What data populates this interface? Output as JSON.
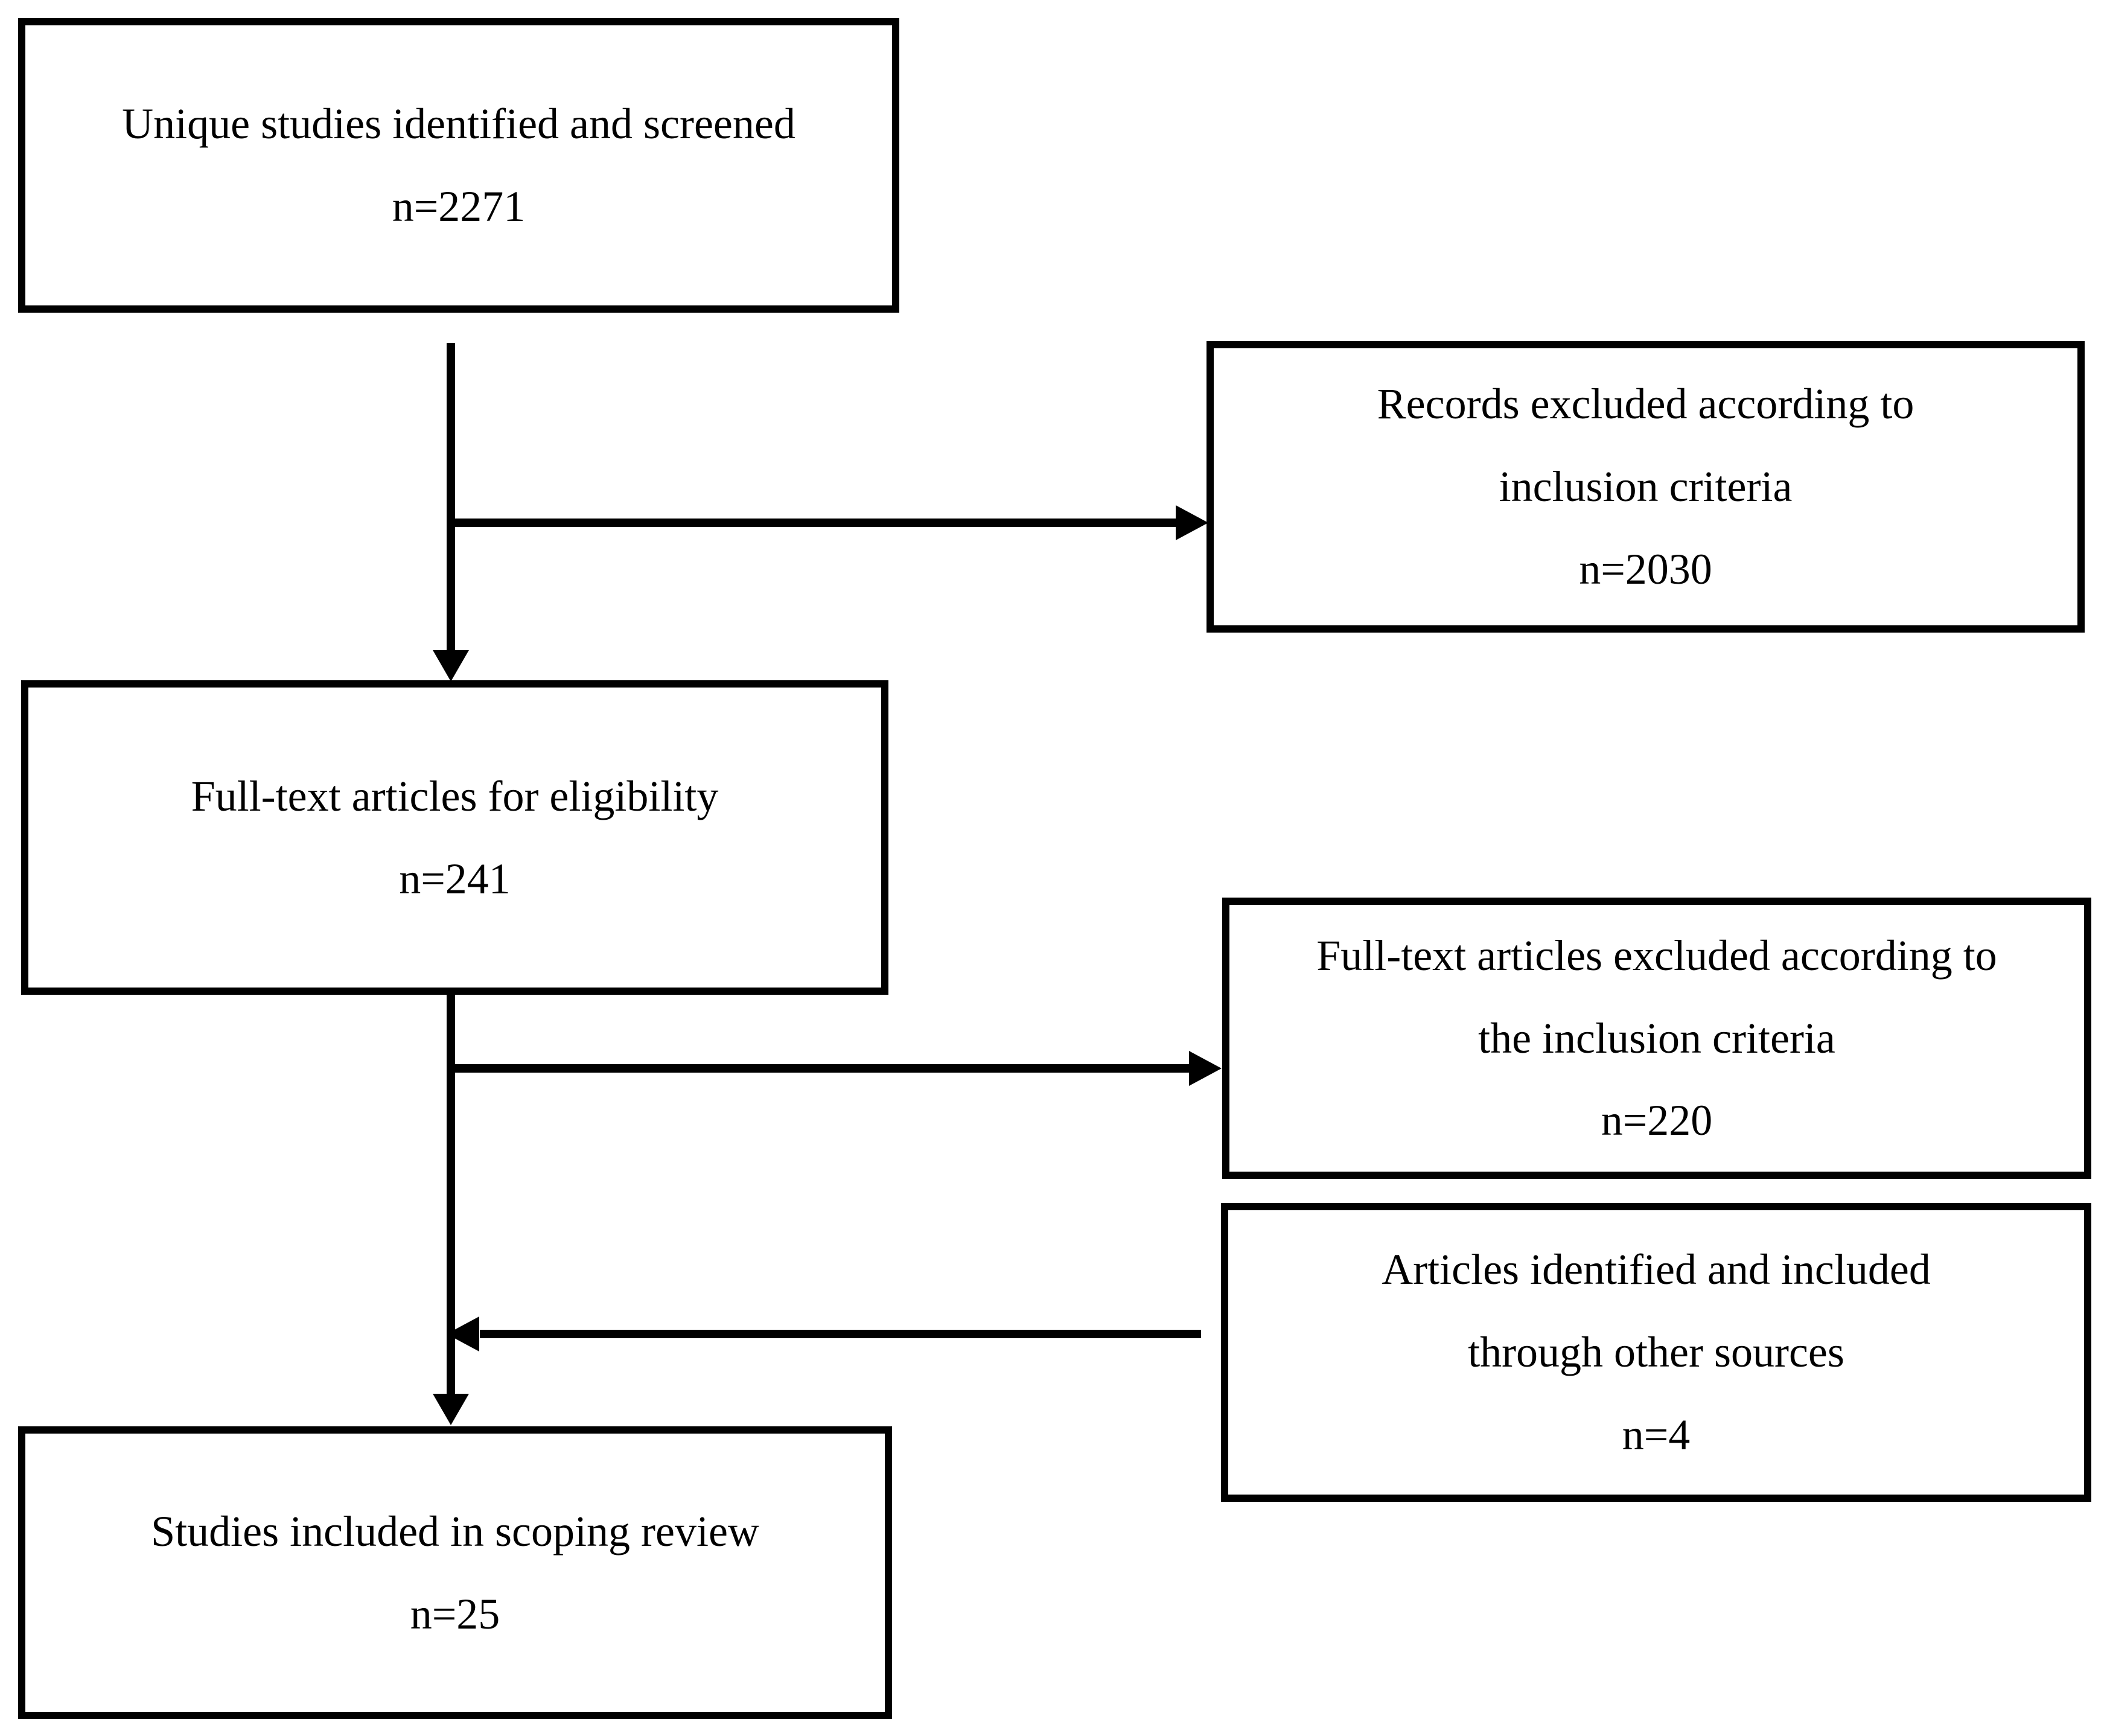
{
  "figure": {
    "type": "flowchart",
    "background_color": "#ffffff",
    "line_color": "#000000",
    "text_color": "#000000",
    "boxes": {
      "screened": {
        "lines": [
          "Unique studies identified and screened",
          "n=2271"
        ]
      },
      "records_excluded": {
        "lines": [
          "Records excluded according to",
          "inclusion criteria",
          "n=2030"
        ]
      },
      "fulltext": {
        "lines": [
          "Full-text articles for eligibility",
          "n=241"
        ]
      },
      "fulltext_excluded": {
        "lines": [
          "Full-text articles excluded according to",
          "the inclusion criteria",
          "n=220"
        ]
      },
      "other_sources": {
        "lines": [
          "Articles identified and included",
          "through other sources",
          "n=4"
        ]
      },
      "included": {
        "lines": [
          "Studies included in scoping review",
          "n=25"
        ]
      }
    }
  }
}
